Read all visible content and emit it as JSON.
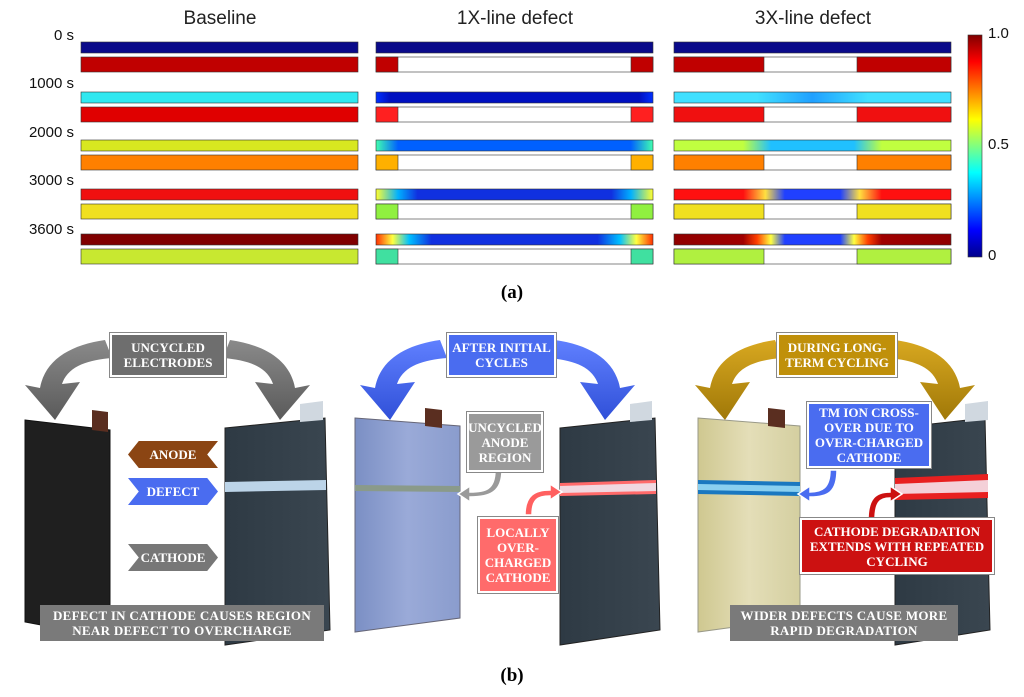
{
  "panel_a": {
    "column_titles": [
      "Baseline",
      "1X-line defect",
      "3X-line defect"
    ],
    "time_labels": [
      "0 s",
      "1000 s",
      "2000 s",
      "3000 s",
      "3600 s"
    ],
    "label": "(a)",
    "colorbar": {
      "ticks": [
        "1.0",
        "0.5",
        "0"
      ],
      "colors": [
        "#8b0000",
        "#ff0000",
        "#ffff00",
        "#00ffff",
        "#0000ff",
        "#00008b"
      ]
    }
  },
  "panel_b": {
    "label": "(b)",
    "group1": {
      "header": "UNCYCLED ELECTRODES",
      "anode_tag": "ANODE",
      "defect_tag": "DEFECT",
      "cathode_tag": "CATHODE",
      "caption": "DEFECT IN CATHODE CAUSES REGION NEAR DEFECT TO OVERCHARGE"
    },
    "group2": {
      "header": "AFTER INITIAL CYCLES",
      "uncycled_label": "UNCYCLED ANODE REGION",
      "overcharged_label": "LOCALLY OVER-CHARGED CATHODE"
    },
    "group3": {
      "header": "DURING LONG-TERM CYCLING",
      "tm_label": "TM ION CROSS-OVER DUE TO OVER-CHARGED CATHODE",
      "degradation_label": "CATHODE DEGRADATION EXTENDS WITH REPEATED CYCLING",
      "caption": "WIDER DEFECTS CAUSE MORE RAPID DEGRADATION"
    },
    "colors": {
      "uncycled_arrow": "#6e6e6e",
      "initial_arrow": "#4a6cf0",
      "longterm_arrow": "#c0900a",
      "anode_tag": "#8b4513",
      "defect_tag": "#4a6cf0",
      "cathode_tag": "#777777",
      "overcharged": "#ff6b6b",
      "degradation": "#cc1111"
    }
  }
}
